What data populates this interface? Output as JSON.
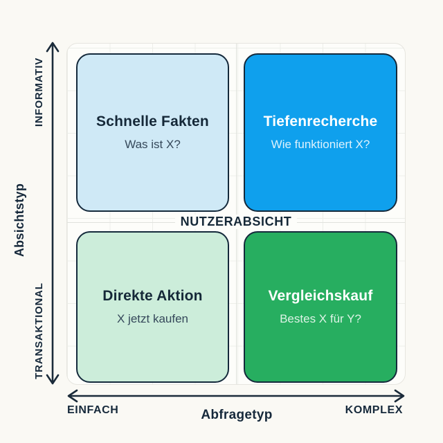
{
  "diagram": {
    "center_label": "NUTZERABSICHT",
    "quadrants": [
      {
        "position": "top-left",
        "title": "Schnelle Fakten",
        "subtitle": "Was ist X?"
      },
      {
        "position": "top-right",
        "title": "Tiefenrecherche",
        "subtitle": "Wie funktioniert X?"
      },
      {
        "position": "bottom-left",
        "title": "Direkte Aktion",
        "subtitle": "X jetzt kaufen"
      },
      {
        "position": "bottom-right",
        "title": "Vergleichskauf",
        "subtitle": "Bestes X für Y?"
      }
    ],
    "y_axis": {
      "title": "Absichtstyp",
      "top_label": "INFORMATIV",
      "bottom_label": "TRANSAKTIONAL"
    },
    "x_axis": {
      "title": "Abfragetyp",
      "left_label": "EINFACH",
      "right_label": "KOMPLEX"
    },
    "colors": {
      "background": "#FAF9F4",
      "panel_bg": "#FDFDFA",
      "quadrant_top_left_bg": "#CFE9F6",
      "quadrant_top_right_bg": "#0FA0ED",
      "quadrant_bottom_left_bg": "#CCEDDA",
      "quadrant_bottom_right_bg": "#27AE60",
      "box_border": "#14293B",
      "dark_text": "#152838",
      "light_text": "#FFFFFF"
    }
  }
}
